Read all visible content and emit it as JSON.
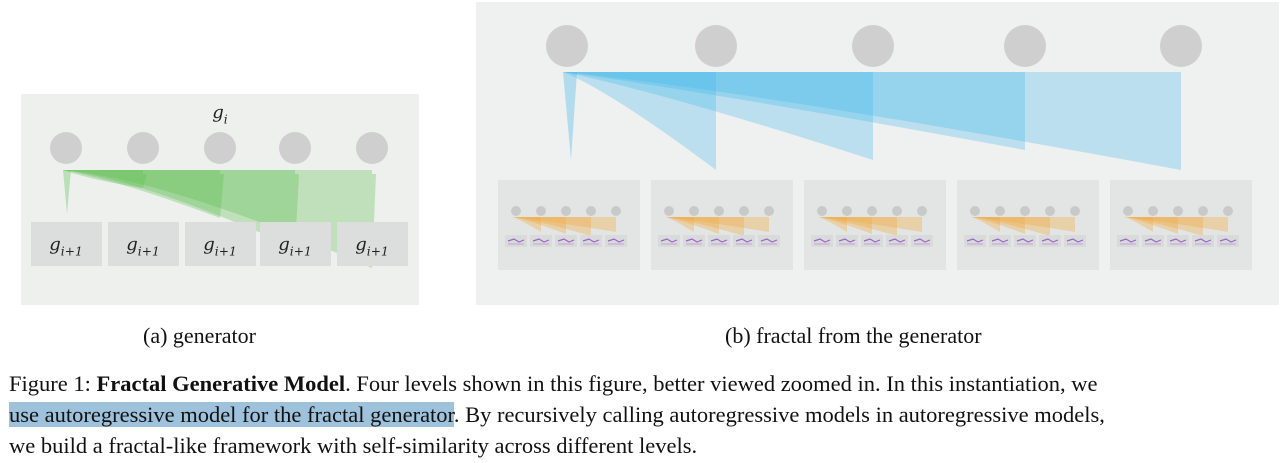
{
  "panel_a": {
    "top_label": "g",
    "top_label_sub": "i",
    "child_label": "g",
    "child_label_sub": "i+1",
    "children": [
      "g_{i+1}",
      "g_{i+1}",
      "g_{i+1}",
      "g_{i+1}",
      "g_{i+1}"
    ],
    "node_color": "#cfcfcf",
    "arrow_color": "#5cbf52"
  },
  "panel_b": {
    "node_color": "#cfcfcf",
    "arrow_color": "#41b8ea",
    "sub_arrow_color": "#f2a93b",
    "sub_panels": 5
  },
  "subcaption_a": "(a) generator",
  "subcaption_b": "(b) fractal from the generator",
  "caption": {
    "prefix": "Figure 1: ",
    "title": "Fractal Generative Model",
    "line1_rest": ". Four levels shown in this figure, better viewed zoomed in. In this instantiation, we",
    "line2_highlight": "use autoregressive model for the fractal generator",
    "line2_rest": ". By recursively calling autoregressive models in autoregressive models,",
    "line3": "we build a fractal-like framework with self-similarity across different levels."
  }
}
